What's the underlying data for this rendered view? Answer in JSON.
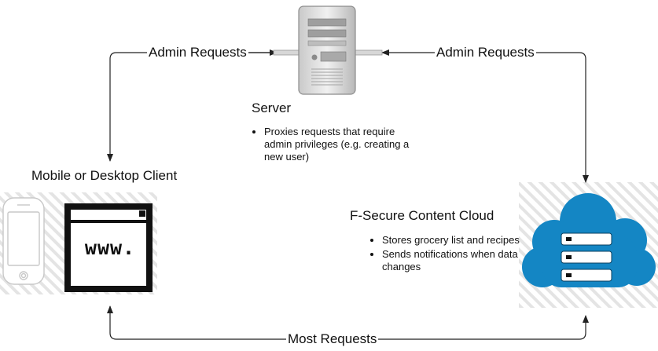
{
  "edges": {
    "admin_left": "Admin Requests",
    "admin_right": "Admin Requests",
    "most": "Most Requests"
  },
  "server": {
    "title": "Server",
    "bullets": [
      "Proxies requests that require admin privileges (e.g. creating a new user)"
    ]
  },
  "client": {
    "title": "Mobile or Desktop Client",
    "browser_text": "www."
  },
  "cloud": {
    "title": "F-Secure Content Cloud",
    "bullets": [
      "Stores grocery list and recipes",
      "Sends notifications when data changes"
    ]
  },
  "colors": {
    "line": "#222222",
    "cloud_blue": "#1486c4",
    "hatch": "#e4e4e4"
  },
  "icons": {
    "server": "server-tower-icon",
    "phone": "mobile-phone-icon",
    "browser": "browser-window-icon",
    "cloud": "cloud-storage-icon"
  }
}
